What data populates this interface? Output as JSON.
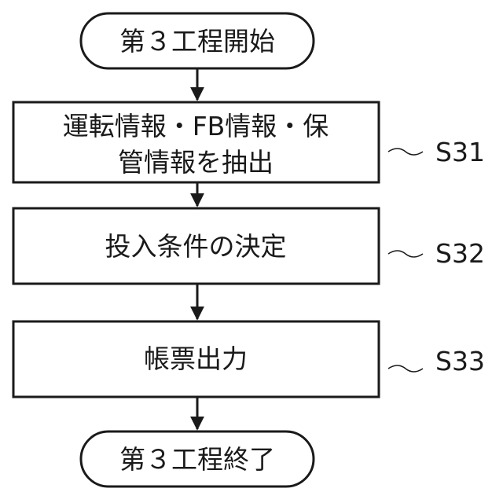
{
  "flowchart": {
    "start": {
      "text": "第３工程開始"
    },
    "steps": [
      {
        "lines": [
          "運転情報・FB情報・保",
          "管情報を抽出"
        ],
        "label": "S31"
      },
      {
        "lines": [
          "投入条件の決定"
        ],
        "label": "S32"
      },
      {
        "lines": [
          "帳票出力"
        ],
        "label": "S33"
      }
    ],
    "end": {
      "text": "第３工程終了"
    }
  }
}
